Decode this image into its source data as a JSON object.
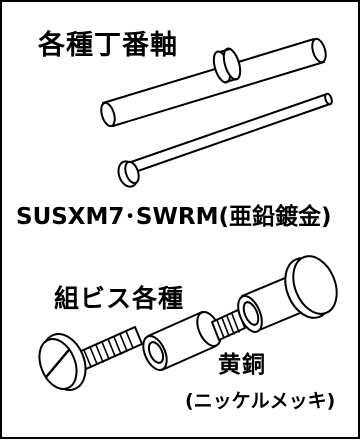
{
  "labels": {
    "title_1": "各種丁番軸",
    "material_1": "SUSXM7･SWRM(亜鉛鍍金)",
    "title_2": "組ビス各種",
    "material_2": "黄銅",
    "finish_2": "(ニッケルメッキ)"
  },
  "colors": {
    "line": "#000000",
    "background": "#ffffff"
  },
  "illustrations": [
    "grooved-hinge-pin",
    "long-round-head-pin",
    "slotted-threaded-screw",
    "threaded-coupling-sleeve",
    "female-barrel-screw"
  ]
}
